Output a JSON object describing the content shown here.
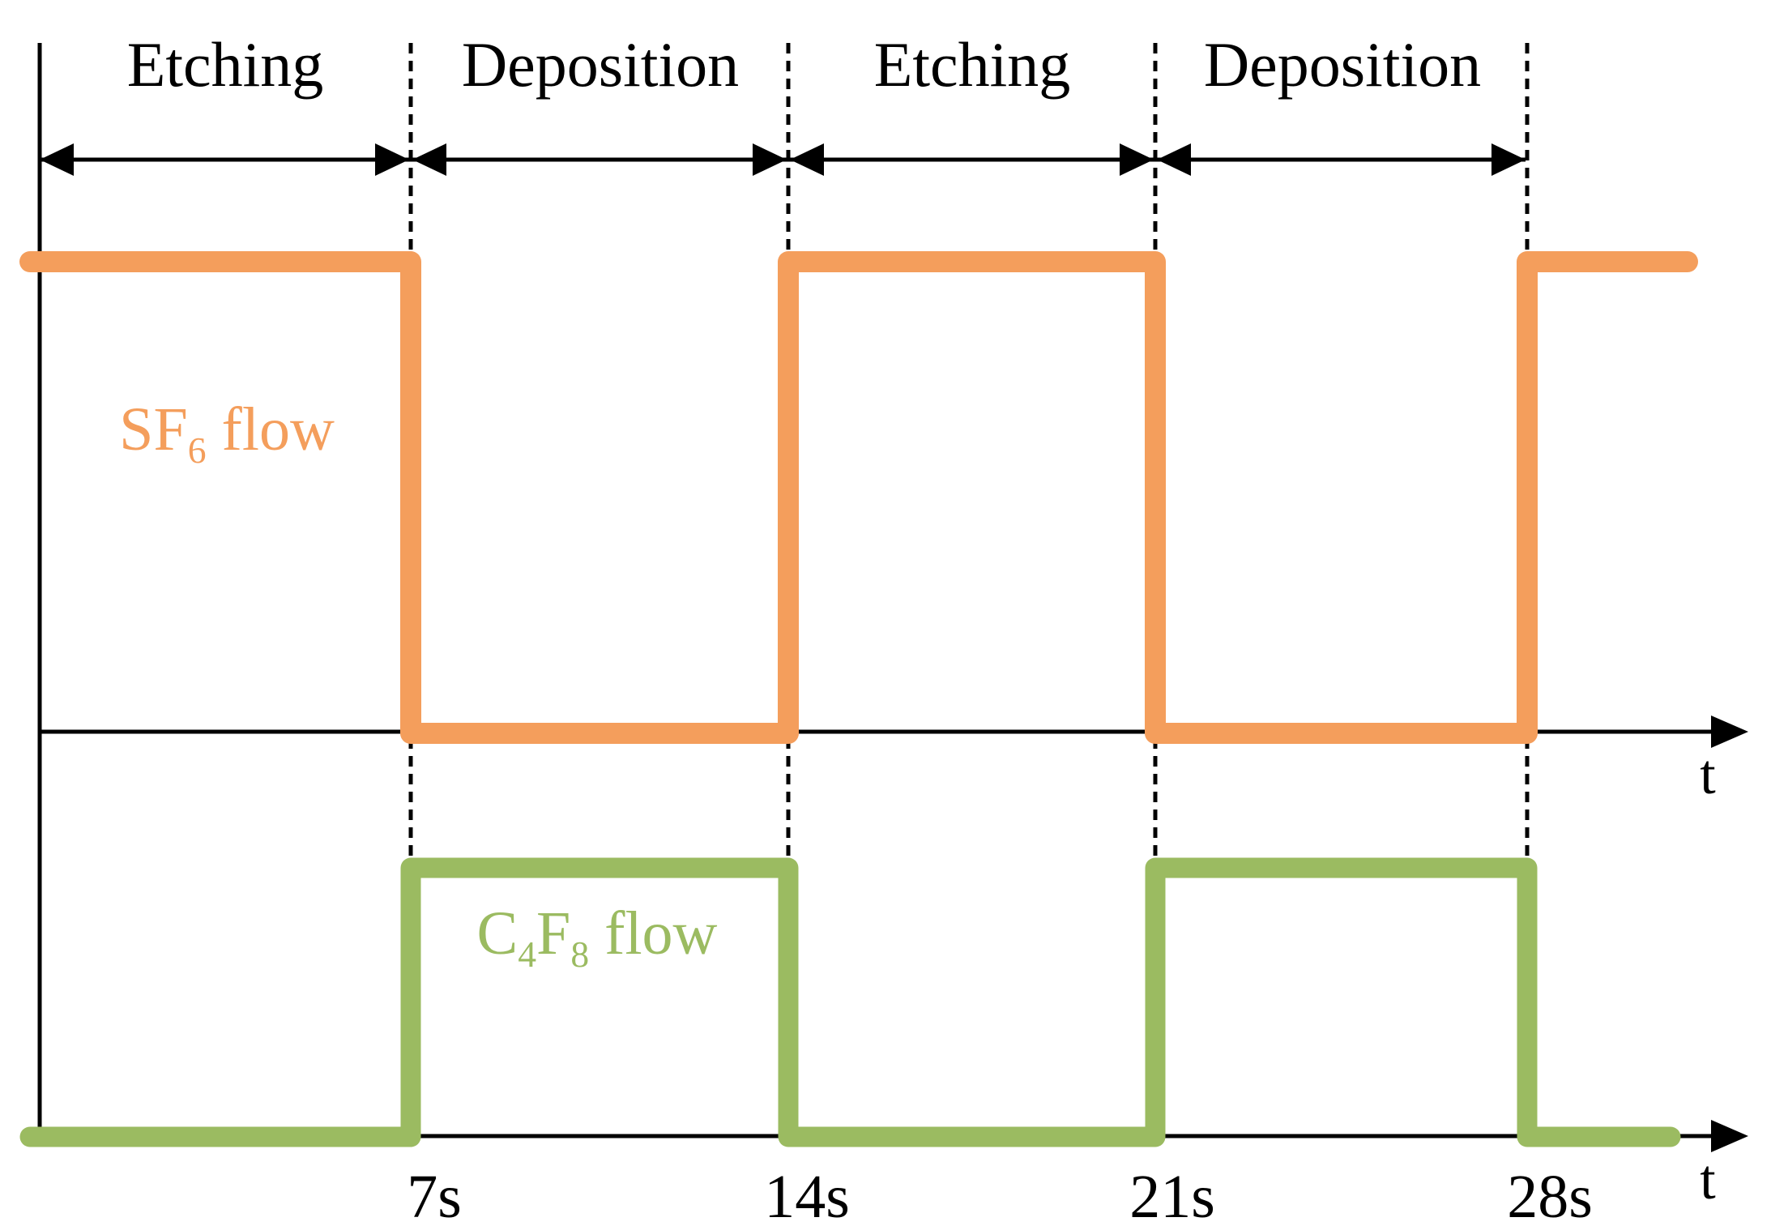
{
  "figure": {
    "phase_labels": [
      "Etching",
      "Deposition",
      "Etching",
      "Deposition"
    ],
    "time_ticks": [
      "7s",
      "14s",
      "21s",
      "28s"
    ],
    "axis_label": "t",
    "colors": {
      "sf6_orange": "#F49E5C",
      "c4f8_green": "#9BBB61",
      "axis_black": "#000000"
    }
  },
  "chart_data": {
    "type": "line",
    "subtype": "square_wave_timing_diagram",
    "xlabel": "t",
    "x_unit": "s",
    "x_ticks": [
      7,
      14,
      21,
      28
    ],
    "x_tick_labels": [
      "7s",
      "14s",
      "21s",
      "28s"
    ],
    "grid": false,
    "legend": "inline-labels",
    "phases": [
      {
        "label": "Etching",
        "start_s": 0,
        "end_s": 7
      },
      {
        "label": "Deposition",
        "start_s": 7,
        "end_s": 14
      },
      {
        "label": "Etching",
        "start_s": 14,
        "end_s": 21
      },
      {
        "label": "Deposition",
        "start_s": 21,
        "end_s": 28
      }
    ],
    "series": [
      {
        "name": "SF6 flow",
        "color": "#F49E5C",
        "label_parts": [
          {
            "text": "SF"
          },
          {
            "text": "6",
            "sub": true
          },
          {
            "text": " flow"
          }
        ],
        "x": [
          0,
          7,
          7,
          14,
          14,
          21,
          21,
          28,
          28,
          30.5
        ],
        "y": [
          1,
          1,
          0,
          0,
          1,
          1,
          0,
          0,
          1,
          1
        ]
      },
      {
        "name": "C4F8 flow",
        "color": "#9BBB61",
        "label_parts": [
          {
            "text": "C"
          },
          {
            "text": "4",
            "sub": true
          },
          {
            "text": "F"
          },
          {
            "text": "8",
            "sub": true
          },
          {
            "text": " flow"
          }
        ],
        "x": [
          0,
          7,
          7,
          14,
          14,
          21,
          21,
          28,
          28,
          30.2
        ],
        "y": [
          0,
          0,
          1,
          1,
          0,
          0,
          1,
          1,
          0,
          0
        ]
      }
    ]
  }
}
